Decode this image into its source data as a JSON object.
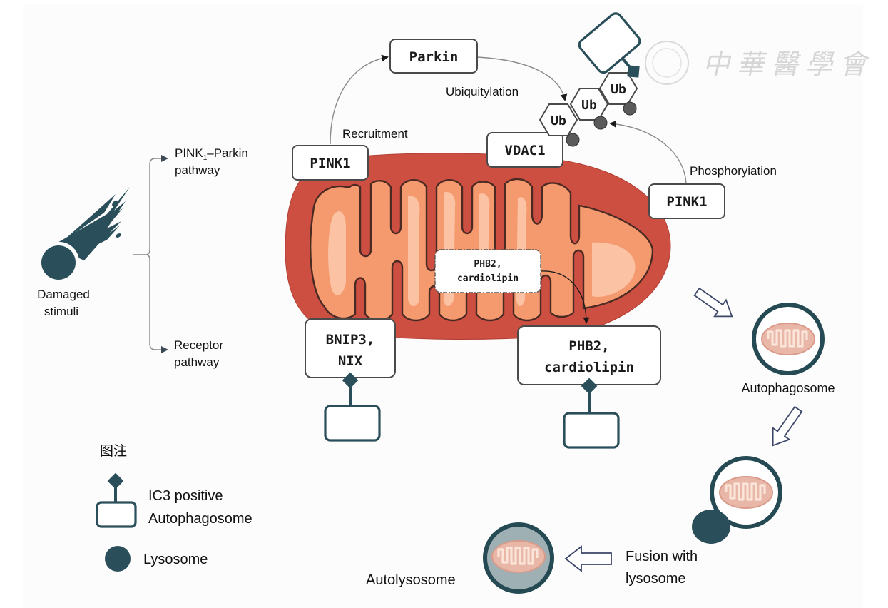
{
  "stimulus": {
    "label_line1": "Damaged",
    "label_line2": "stimuli",
    "icon": "comet-icon"
  },
  "pathways": {
    "pink1_parkin": {
      "line1_prefix": "PINK",
      "line1_sub": "1",
      "line1_suffix": "–Parkin",
      "line2": "pathway"
    },
    "receptor": {
      "line1": "Receptor",
      "line2": "pathway"
    }
  },
  "pink1_parkin_panel": {
    "pink1_left": "PINK1",
    "parkin": "Parkin",
    "vdac1": "VDAC1",
    "pink1_right": "PINK1",
    "ub_labels": [
      "Ub",
      "Ub",
      "Ub"
    ],
    "recruitment": "Recruitment",
    "ubiquitylation": "Ubiquitylation",
    "phosphorylation": "Phosphoryiation"
  },
  "mitochondrion": {
    "inner_label_line1": "PHB2,",
    "inner_label_line2": "cardiolipin"
  },
  "receptors": {
    "bnip3": {
      "line1": "BNIP3,",
      "line2": "NIX"
    },
    "phb2": {
      "line1": "PHB2,",
      "line2": "cardiolipin"
    }
  },
  "stages": {
    "autophagosome": "Autophagosome",
    "fusion_line1": "Fusion with",
    "fusion_line2": "lysosome",
    "autolysosome": "Autolysosome"
  },
  "legend": {
    "title": "图注",
    "lc3_line1": "IC3 positive",
    "lc3_line2": "Autophagosome",
    "lysosome": "Lysosome"
  },
  "watermark": {
    "text": "中華醫學會"
  },
  "colors": {
    "teal": "#2a4f5a",
    "mito_outer": "#cc4f42",
    "mito_inner": "#f49a6e",
    "mito_matrix_light": "#fbc3a3",
    "ub_dot": "#5a5a5a",
    "autolysosome_fill": "#9fb0b5"
  }
}
